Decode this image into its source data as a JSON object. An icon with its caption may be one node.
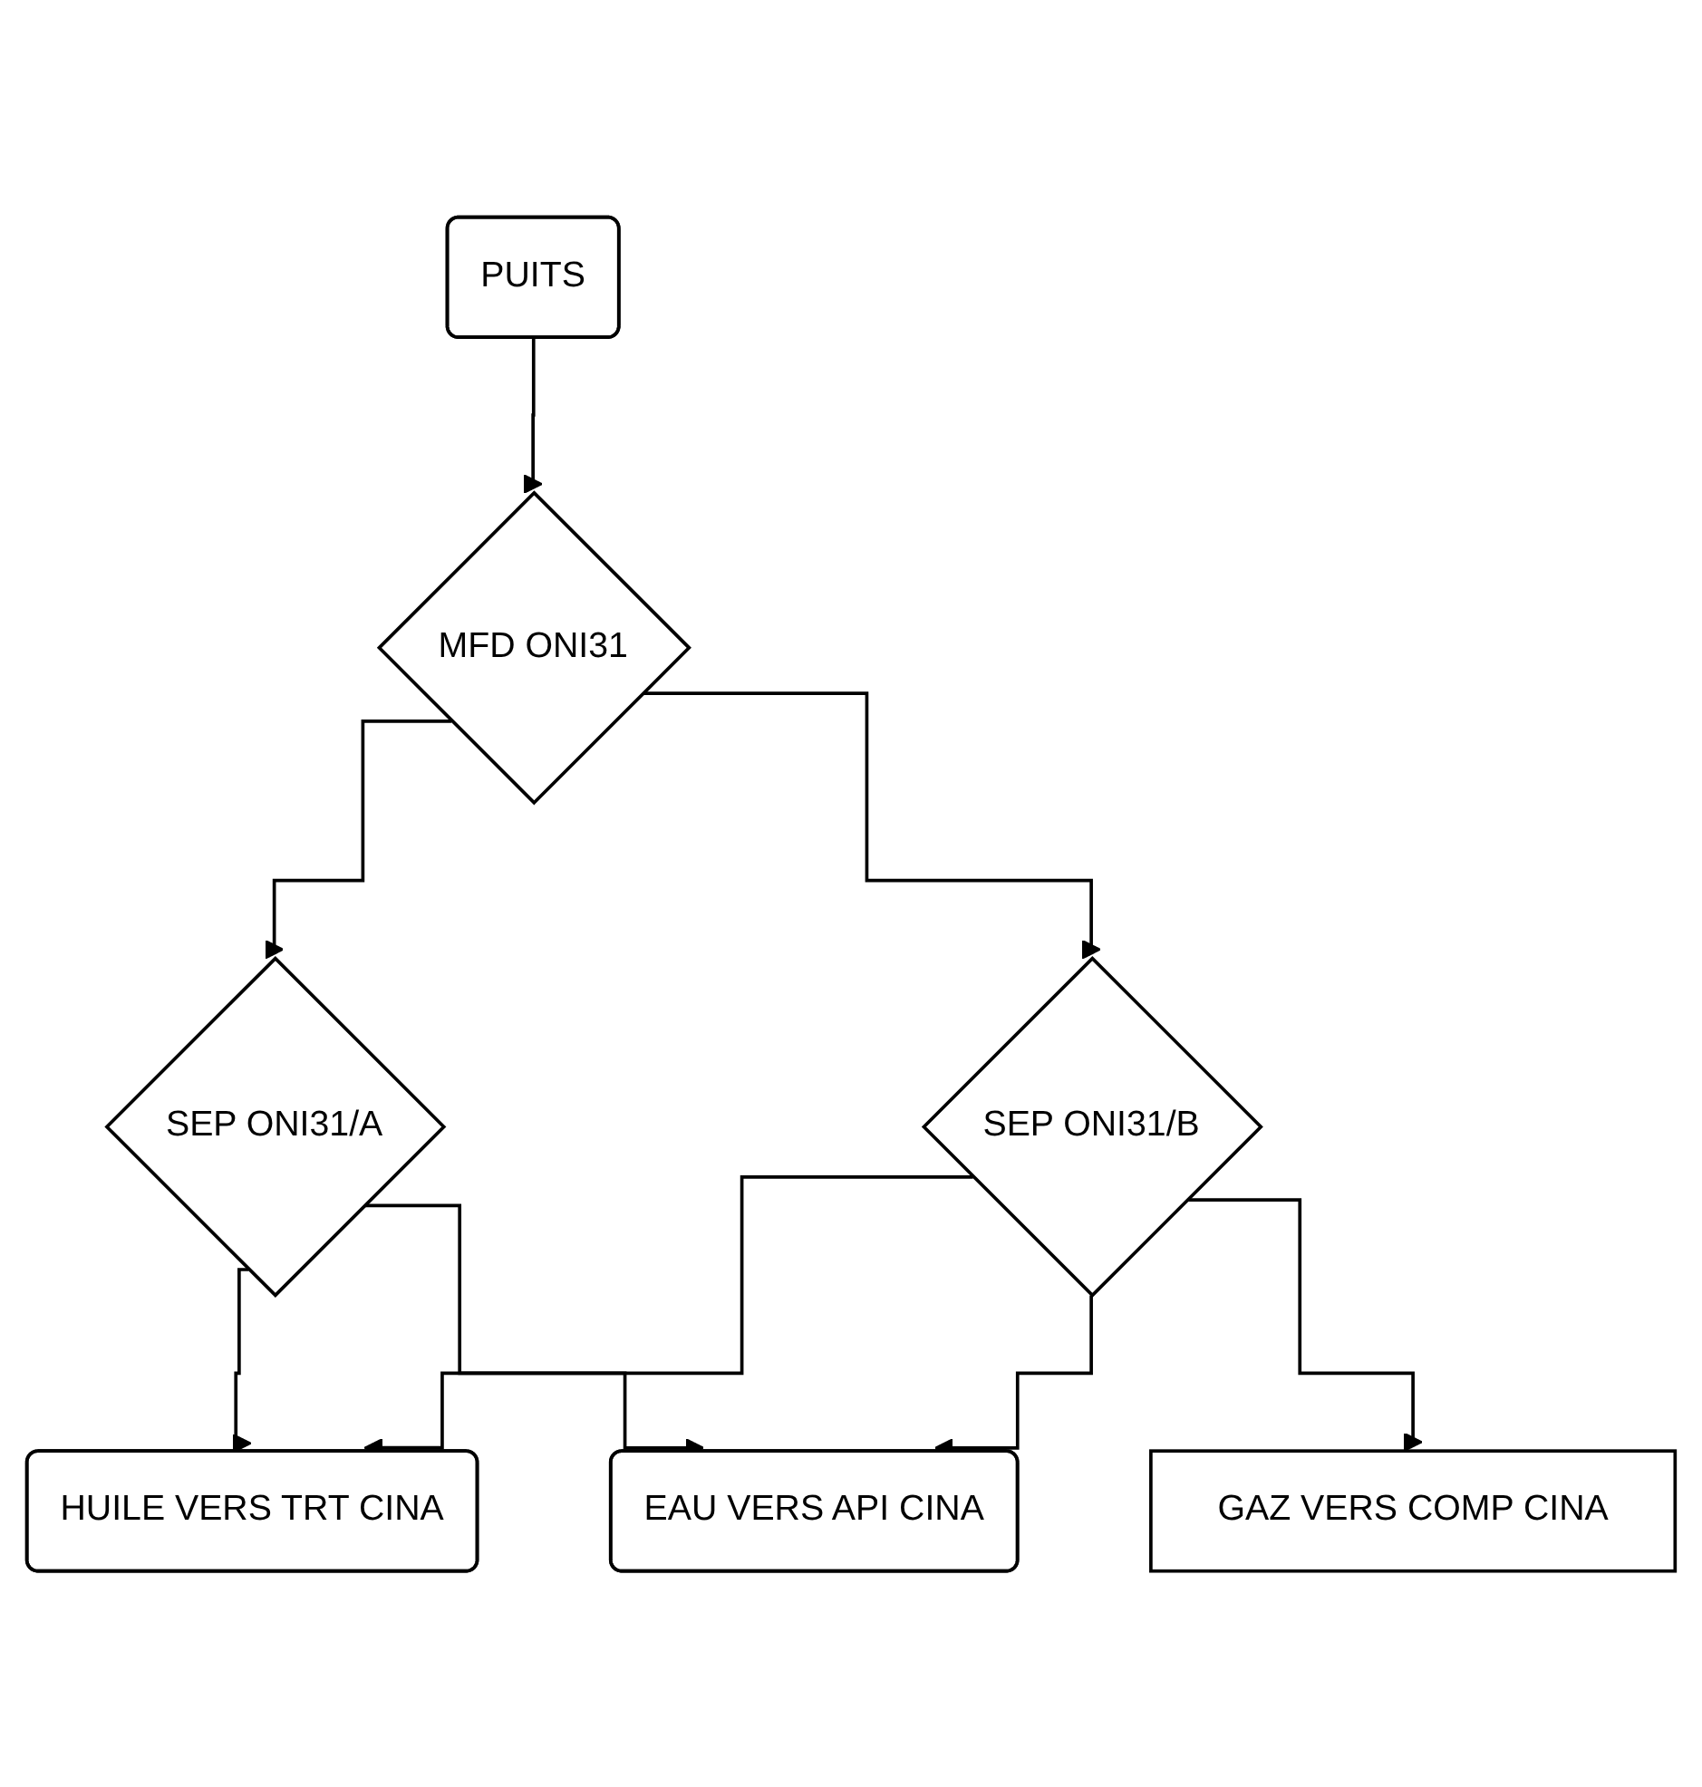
{
  "diagram": {
    "nodes": [
      {
        "text": [
          "PUITS"
        ]
      },
      {
        "text": [
          "MFD ONI31"
        ]
      },
      {
        "text": [
          "SEP ONI31/A"
        ]
      },
      {
        "text": [
          "SEP ONI31/B"
        ]
      },
      {
        "text": [
          "HUILE VERS TRT CINA"
        ]
      },
      {
        "text": [
          "EAU VERS API CINA"
        ]
      },
      {
        "text": [
          "GAZ VERS COMP CINA"
        ]
      }
    ],
    "edges": [
      {
        "from": 0,
        "to": 1,
        "arrow": "to"
      },
      {
        "from": 1,
        "to": 2,
        "arrow": "to"
      },
      {
        "from": 1,
        "to": 3,
        "arrow": "to"
      },
      {
        "from": 2,
        "to": 4,
        "arrow": "to"
      },
      {
        "from": 2,
        "to": 5,
        "arrow": "to"
      },
      {
        "from": 3,
        "to": 4,
        "arrow": "to"
      },
      {
        "from": 3,
        "to": 5,
        "arrow": "to"
      },
      {
        "from": 3,
        "to": 6,
        "arrow": "to"
      }
    ]
  }
}
